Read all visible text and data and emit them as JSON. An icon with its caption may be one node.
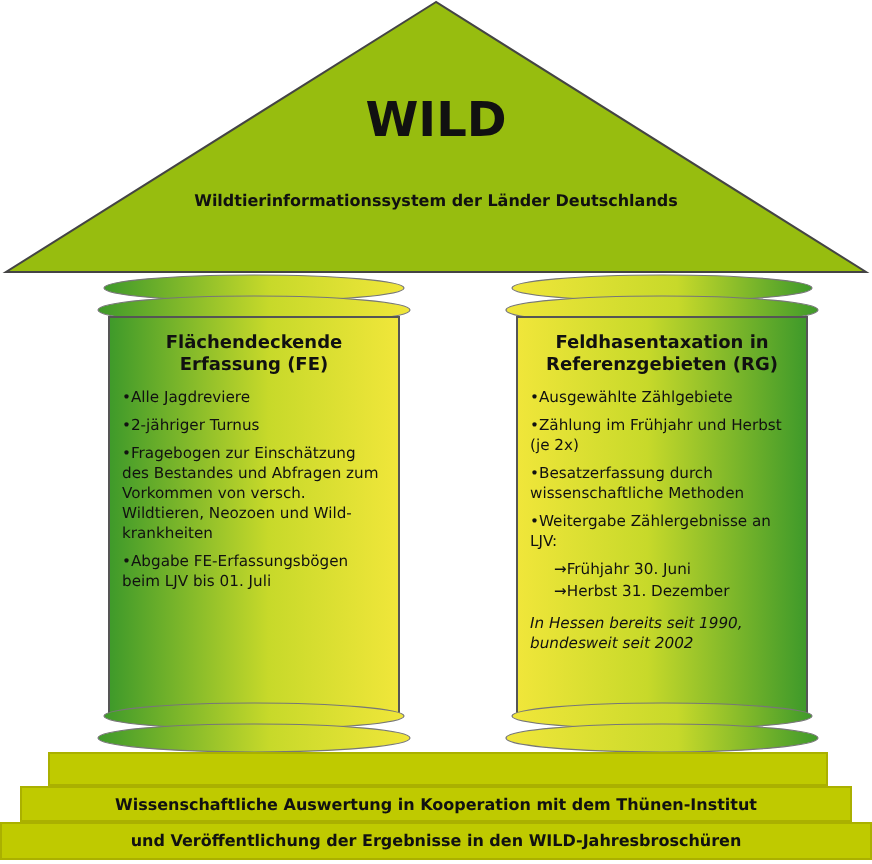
{
  "diagram": {
    "nodes": [
      {
        "text": [
          "WILD",
          "Wildtierinformationssystem der Länder Deutschlands"
        ]
      },
      {
        "text": [
          "Flächendeckende Erfassung (FE)",
          "•Alle Jagdreviere",
          "•2-jähriger Turnus",
          "•Fragebogen zur Einschätzung des Bestandes und Abfragen zum Vorkommen von versch. Wildtieren, Neozoen und Wild-krankheiten",
          "•Abgabe FE-Erfassungsbögen beim LJV bis 01. Juli"
        ]
      },
      {
        "text": [
          "Feldhasentaxation in Referenzgebieten (RG)",
          "•Ausgewählte Zählgebiete",
          "•Zählung im Frühjahr und Herbst (je 2x)",
          "•Besatzerfassung durch wissenschaftliche Methoden",
          "•Weitergabe Zählergebnisse an LJV:",
          "→Frühjahr 30. Juni",
          "→Herbst 31. Dezember",
          "In Hessen bereits seit 1990, bundesweit seit 2002"
        ]
      },
      {
        "text": [],
        "shape": "bar"
      },
      {
        "text": [
          "Wissenschaftliche Auswertung in Kooperation mit dem Thünen-Institut"
        ]
      },
      {
        "text": [
          "und Veröffentlichung der Ergebnisse in den WILD-Jahresbroschüren"
        ]
      }
    ],
    "edges": []
  }
}
